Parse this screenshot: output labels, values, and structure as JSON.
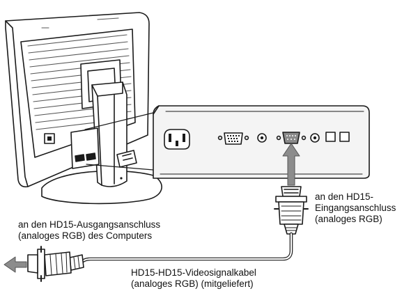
{
  "labels": {
    "input_port": [
      "an den HD15-",
      "Eingangsanschluss",
      "(analoges RGB)"
    ],
    "computer_port": [
      "an den HD15-Ausgangsanschluss",
      "(analoges RGB) des Computers"
    ],
    "cable": [
      "HD15-HD15-Videosignalkabel",
      "(analoges RGB) (mitgeliefert)"
    ]
  },
  "colors": {
    "line": "#1a1a1a",
    "arrow_fill": "#8c8c8c",
    "highlight_port": "#8a8a8a",
    "panel_fill": "#f4f4f4",
    "vent_lines": "#555555"
  }
}
